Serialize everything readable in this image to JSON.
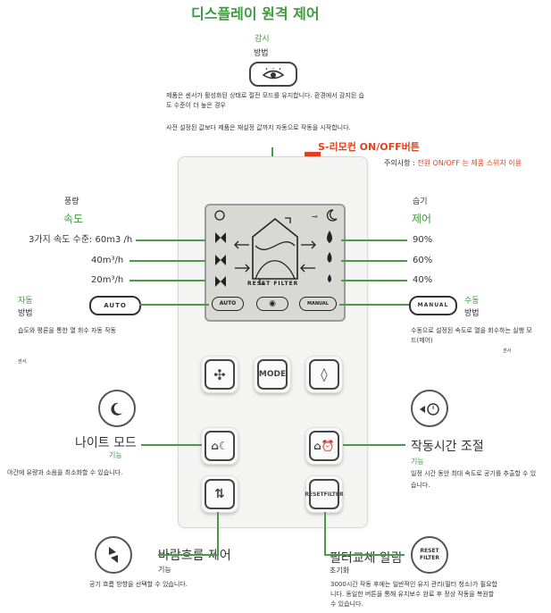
{
  "title": "디스플레이 원격 제어",
  "monitor": {
    "label1": "감시",
    "label2": "방법",
    "desc1": "제품은 센서가 활성화된 상태로 절전 모드를 유지합니다. 환경에서 감지된 습",
    "desc2": "도 수준이 더 높은 경우",
    "desc3": "사전 설정된 값보다 제품은 재설정 값까지 자동으로 작동을 시작합니다."
  },
  "remote": {
    "label": "S-리모컨 ON/OFF버튼",
    "note_prefix": "주의사항 : ",
    "note_body": "전원 ON/OFF 는 제품 스위치 이용"
  },
  "fan": {
    "label1": "풍량",
    "label2": "속도",
    "speeds": [
      "3가지 속도 수준: 60m3 /h",
      "40m³/h",
      "20m³/h"
    ]
  },
  "humidity": {
    "label1": "습기",
    "label2": "제어",
    "levels": [
      "90%",
      "60%",
      "40%"
    ]
  },
  "auto": {
    "pill": "AUTO",
    "label1": "자동",
    "label2": "방법",
    "desc": "습도와 평론을 통한 열 회수 자동 작동",
    "desc2": "센서."
  },
  "manual": {
    "pill": "MANUAL",
    "label1": "수동",
    "label2": "방법",
    "desc1": "수동으로 설정된 속도로 열을 회수하는 실행 모",
    "desc2": "드(제어)",
    "desc3": "센서"
  },
  "lcd": {
    "reset": "RESET FILTER",
    "auto": "AUTO",
    "manual": "MANUAL"
  },
  "buttons": {
    "mode": "MODE",
    "reset1": "RESET",
    "reset2": "FILTER"
  },
  "night": {
    "title": "나이트 모드",
    "sub": "기능",
    "desc": "야간에 유량과 소음을 최소화할 수 있습니다."
  },
  "timer": {
    "title": "작동시간 조절",
    "sub": "기능",
    "desc1": "일정 시간 동안 최대 속도로 공기를 추출할 수 있",
    "desc2": "습니다."
  },
  "flow": {
    "title": "바람흐름 제어",
    "sub": "기능",
    "desc": "공기 흐름 방향을 선택할 수 있습니다."
  },
  "filter": {
    "title": "필터교체 알람",
    "sub": "초기화",
    "reset1": "RESET",
    "reset2": "FILTER",
    "desc1": "3000시간 작동 후에는 일반적인 유지 관리(필터 청소)가 필요합",
    "desc2": "니다. 동일한 버튼을 통해 유지보수 완료 후 정상 작동을 복원할",
    "desc3": "수 있습니다."
  },
  "colors": {
    "accent": "#3d9a3d",
    "alert": "#e8401c"
  }
}
